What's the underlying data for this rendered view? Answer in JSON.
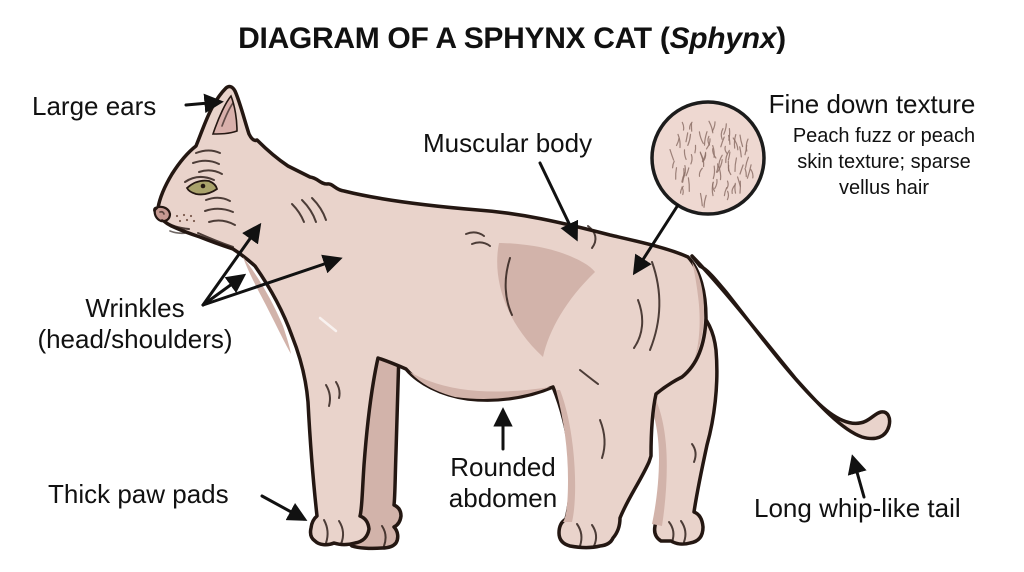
{
  "title": {
    "pre": "DIAGRAM OF A SPHYNX CAT (",
    "species": "Sphynx",
    "post": ")"
  },
  "labels": {
    "large_ears": "Large ears",
    "muscular_body": "Muscular body",
    "fine_down_texture": "Fine down texture",
    "fine_down_texture_sub": "Peach fuzz or peach skin texture; sparse vellus hair",
    "wrinkles": "Wrinkles",
    "wrinkles_location": "(head/shoulders)",
    "rounded_abdomen_1": "Rounded",
    "rounded_abdomen_2": "abdomen",
    "thick_paw_pads": "Thick paw pads",
    "long_whip_tail": "Long whip-like tail"
  },
  "colors": {
    "background": "#ffffff",
    "text": "#111111",
    "cat_skin": "#e9d3cb",
    "cat_shading": "#d2b3aa",
    "outline": "#241712",
    "inner_ear": "#d9b0ab",
    "texture_circle_fill": "#eed8d1",
    "texture_hair": "#8d7168",
    "eye": "#a9a26b",
    "nose": "#c69a92"
  }
}
